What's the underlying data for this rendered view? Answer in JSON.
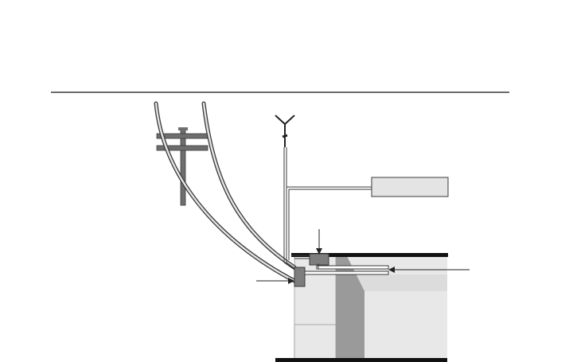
{
  "diagram": {
    "components": [
      "horizontal-rule",
      "utility-pole",
      "overhead-service-cables",
      "antenna",
      "antenna-lead-in",
      "labeled-box",
      "junction-box",
      "wall-box",
      "building-floor",
      "building-wall",
      "foundation",
      "pointer-arrows"
    ],
    "labels": []
  },
  "colors": {
    "rule": "#3a3a3a",
    "cable_outline": "#3a3a3a",
    "pole": "#6e6e6e",
    "box_fill": "#e4e4e4",
    "device_fill": "#7d7d7d",
    "building_light": "#e8e8e8",
    "building_mid": "#dcdcdc",
    "building_dark": "#9a9a9a",
    "floor_bar": "#111111"
  }
}
